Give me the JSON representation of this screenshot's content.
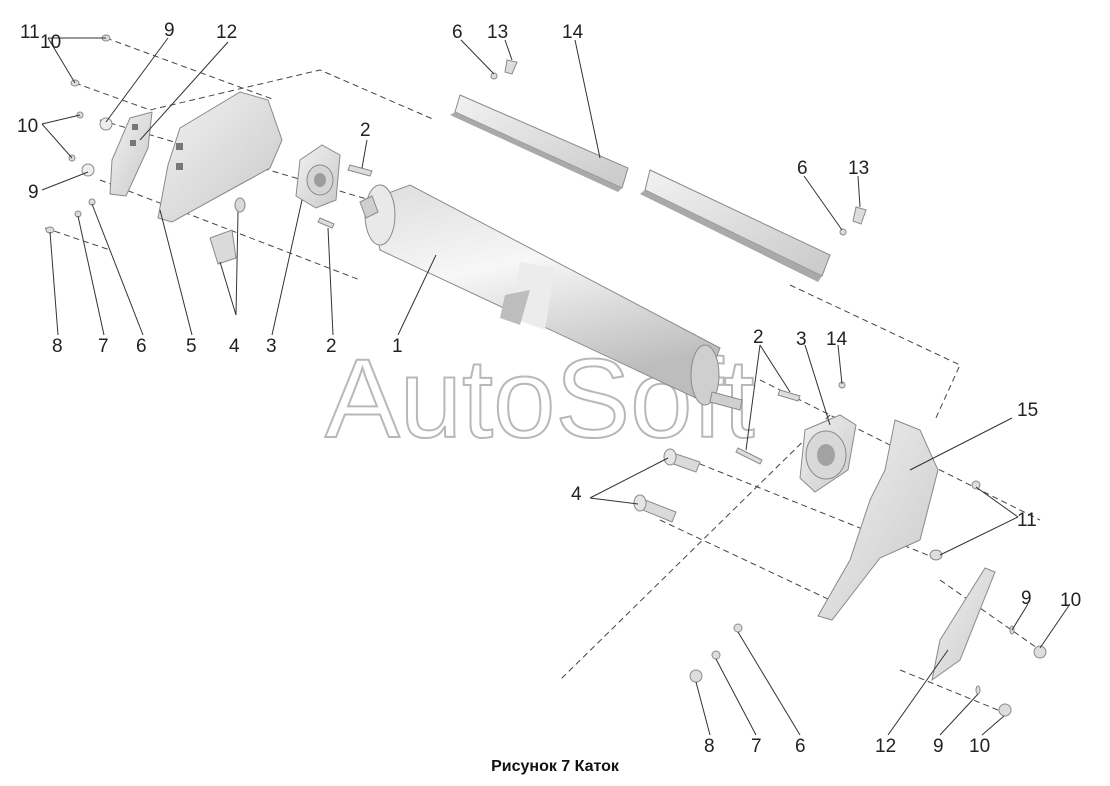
{
  "caption": "Рисунок 7 Каток",
  "watermark": "AutoSoft",
  "callouts": [
    "1",
    "2",
    "2",
    "2",
    "3",
    "3",
    "4",
    "4",
    "5",
    "6",
    "6",
    "6",
    "6",
    "7",
    "7",
    "8",
    "8",
    "9",
    "9",
    "9",
    "9",
    "10",
    "10",
    "10",
    "10",
    "11",
    "11",
    "12",
    "12",
    "13",
    "13",
    "14",
    "14",
    "15"
  ]
}
